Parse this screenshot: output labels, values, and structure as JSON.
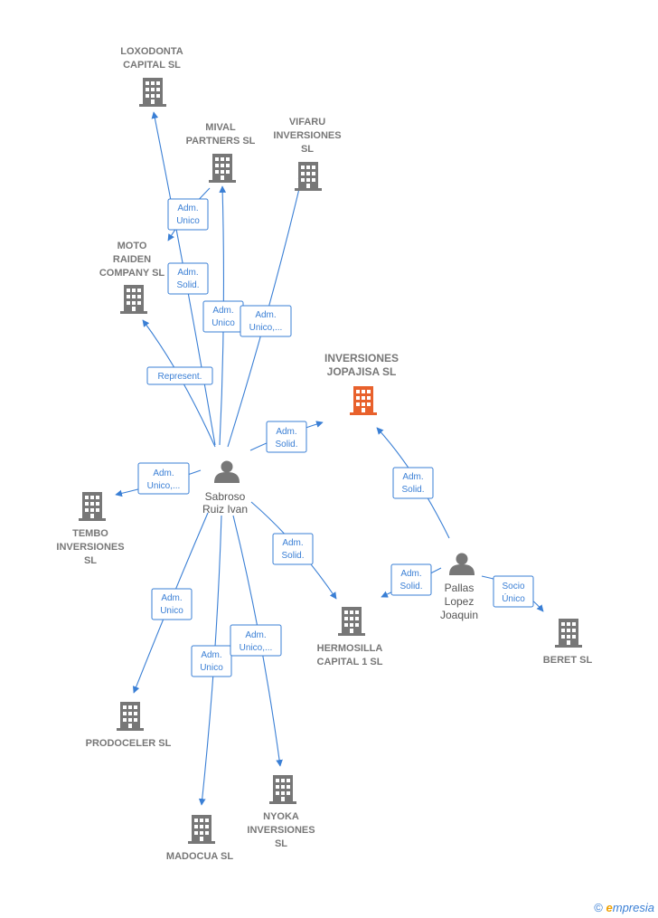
{
  "colors": {
    "edge": "#3a7fd5",
    "company": "#777777",
    "focus": "#e8612c",
    "person": "#777777"
  },
  "companies": [
    {
      "id": "loxodonta",
      "lines": [
        "LOXODONTA",
        "CAPITAL  SL"
      ]
    },
    {
      "id": "mival",
      "lines": [
        "MIVAL",
        "PARTNERS  SL"
      ]
    },
    {
      "id": "vifaru",
      "lines": [
        "VIFARU",
        "INVERSIONES",
        "SL"
      ]
    },
    {
      "id": "moto",
      "lines": [
        "MOTO",
        "RAIDEN",
        "COMPANY  SL"
      ]
    },
    {
      "id": "jopajisa",
      "lines": [
        "INVERSIONES",
        "JOPAJISA  SL"
      ],
      "focus": true
    },
    {
      "id": "tembo",
      "lines": [
        "TEMBO",
        "INVERSIONES",
        "SL"
      ]
    },
    {
      "id": "hermosilla",
      "lines": [
        "HERMOSILLA",
        "CAPITAL 1  SL"
      ]
    },
    {
      "id": "beret",
      "lines": [
        "BERET SL"
      ]
    },
    {
      "id": "prodoceler",
      "lines": [
        "PRODOCELER SL"
      ]
    },
    {
      "id": "nyoka",
      "lines": [
        "NYOKA",
        "INVERSIONES",
        "SL"
      ]
    },
    {
      "id": "madocua",
      "lines": [
        "MADOCUA SL"
      ]
    }
  ],
  "persons": [
    {
      "id": "sabroso",
      "lines": [
        "Sabroso",
        "Ruiz Ivan"
      ]
    },
    {
      "id": "pallas",
      "lines": [
        "Pallas",
        "Lopez",
        "Joaquin"
      ]
    }
  ],
  "edges": [
    {
      "id": "e1",
      "lines": [
        "Adm.",
        "Unico"
      ]
    },
    {
      "id": "e2",
      "lines": [
        "Adm.",
        "Solid."
      ]
    },
    {
      "id": "e3",
      "lines": [
        "Adm.",
        "Unico"
      ]
    },
    {
      "id": "e4",
      "lines": [
        "Adm.",
        "Unico,..."
      ]
    },
    {
      "id": "e5",
      "lines": [
        "Represent."
      ]
    },
    {
      "id": "e6",
      "lines": [
        "Adm.",
        "Solid."
      ]
    },
    {
      "id": "e7",
      "lines": [
        "Adm.",
        "Unico,..."
      ]
    },
    {
      "id": "e8",
      "lines": [
        "Adm.",
        "Solid."
      ]
    },
    {
      "id": "e9",
      "lines": [
        "Adm.",
        "Unico"
      ]
    },
    {
      "id": "e10",
      "lines": [
        "Adm.",
        "Unico"
      ]
    },
    {
      "id": "e11",
      "lines": [
        "Adm.",
        "Unico,..."
      ]
    },
    {
      "id": "e12",
      "lines": [
        "Adm.",
        "Solid."
      ]
    },
    {
      "id": "e13",
      "lines": [
        "Adm.",
        "Solid."
      ]
    },
    {
      "id": "e14",
      "lines": [
        "Socio",
        "Único"
      ]
    }
  ],
  "footer": {
    "symbol": "©",
    "e": "e",
    "brand": "mpresia"
  }
}
